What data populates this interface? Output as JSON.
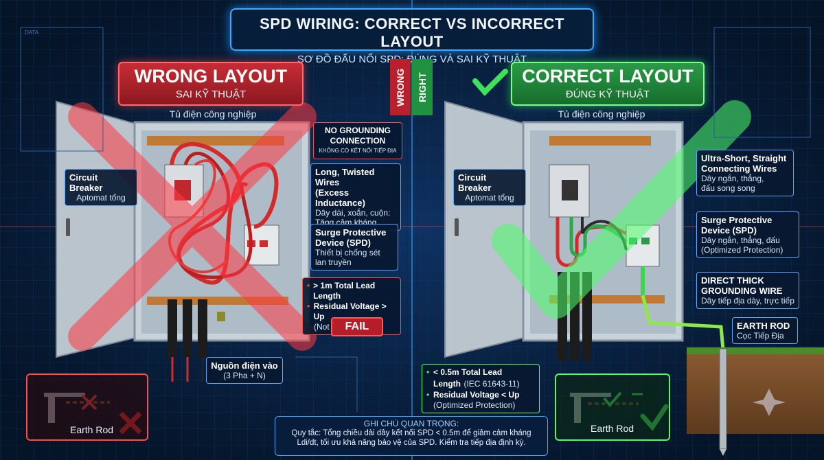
{
  "title": {
    "en": "SPD WIRING: CORRECT VS INCORRECT LAYOUT",
    "vi": "SƠ ĐỒ ĐẤU NỐI SPD: ĐÚNG VÀ SAI KỸ THUẬT"
  },
  "wrong_tab": "WRONG",
  "right_tab": "RIGHT",
  "left": {
    "banner_en": "WRONG LAYOUT",
    "banner_vi": "SAI KỸ THUẬT",
    "cabinet_label": "Tủ điện công nghiệp",
    "breaker": {
      "en": "Circuit Breaker",
      "vi": "Aptomat tổng"
    },
    "no_ground": {
      "en1": "NO GROUNDING",
      "en2": "CONNECTION",
      "vi": "KHÔNG CÓ KẾT NỐI TIẾP ĐỊA"
    },
    "long_wires": {
      "en1": "Long, Twisted Wires",
      "en2": "(Excess Inductance)",
      "vi1": "Dây dài, xoắn, cuộn:",
      "vi2": "Tăng cảm kháng"
    },
    "spd": {
      "en1": "Surge Protective",
      "en2": "Device (SPD)",
      "vi1": "Thiết bị chống sét",
      "vi2": "lan truyền"
    },
    "lead": {
      "b1": "> 1m Total Lead Length",
      "b2": "Residual Voltage > Up",
      "b3": "(Not effective)"
    },
    "fail": "FAIL",
    "source": {
      "en": "Nguồn điện vào",
      "vi": "(3 Pha + N)"
    },
    "earth_rod": "Earth Rod"
  },
  "right": {
    "banner_en": "CORRECT LAYOUT",
    "banner_vi": "ĐÚNG KỸ THUẬT",
    "cabinet_label": "Tủ điện công nghiệp",
    "breaker": {
      "en": "Circuit Breaker",
      "vi": "Aptomat tổng"
    },
    "short_wires": {
      "en1": "Ultra-Short, Straight",
      "en2": "Connecting Wires",
      "vi1": "Dây ngắn, thẳng,",
      "vi2": "đấu song song"
    },
    "spd": {
      "en1": "Surge Protective",
      "en2": "Device (SPD)",
      "vi1": "Dây ngắn, thẳng, đấu",
      "vi2": "(Optimized Protection)"
    },
    "ground_wire": {
      "en1": "DIRECT THICK",
      "en2": "GROUNDING WIRE",
      "vi": "Dây tiếp địa dày, trực tiếp"
    },
    "earth_rod_callout": {
      "en": "EARTH ROD",
      "vi": "Cọc Tiếp Địa"
    },
    "lead": {
      "b1": "< 0.5m Total Lead",
      "b1b": "Length",
      "b1c": "(IEC 61643-11)",
      "b2": "Residual Voltage < Up",
      "b3": "(Optimized Protection)"
    },
    "earth_rod": "Earth Rod"
  },
  "note": {
    "heading": "GHI CHÚ QUAN TRỌNG:",
    "line1": "Quy tắc: Tổng chiều dài dây kết nối SPD < 0.5m để giảm cảm kháng",
    "line2": "Ldi/dt, tối ưu khả năng bảo vệ của SPD. Kiểm tra tiếp địa định kỳ."
  },
  "bg_label": "DATA",
  "colors": {
    "wrong": "#c72c35",
    "right": "#2a9a47",
    "accent": "#3fa9ff",
    "background": "#071a33"
  }
}
